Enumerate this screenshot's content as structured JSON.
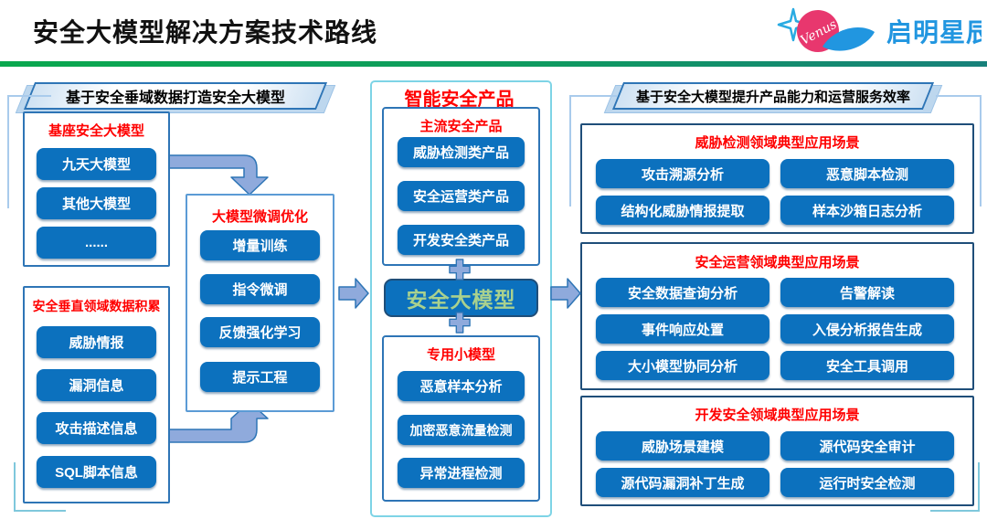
{
  "header": {
    "title": "安全大模型解决方案技术路线",
    "logo_script": "Venus",
    "logo_company": "启明星辰"
  },
  "left_panel": {
    "banner": "基于安全垂域数据打造安全大模型",
    "base_models": {
      "title": "基座安全大模型",
      "items": [
        "九天大模型",
        "其他大模型",
        "......"
      ]
    },
    "data_accumulation": {
      "title": "安全垂直领域数据积累",
      "items": [
        "威胁情报",
        "漏洞信息",
        "攻击描述信息",
        "SQL脚本信息"
      ]
    },
    "finetune": {
      "title": "大模型微调优化",
      "items": [
        "增量训练",
        "指令微调",
        "反馈强化学习",
        "提示工程"
      ]
    }
  },
  "middle_panel": {
    "title": "智能安全产品",
    "mainstream": {
      "title": "主流安全产品",
      "items": [
        "威胁检测类产品",
        "安全运营类产品",
        "开发安全类产品"
      ]
    },
    "core_model": "安全大模型",
    "small_models": {
      "title": "专用小模型",
      "items": [
        "恶意样本分析",
        "加密恶意流量检测",
        "异常进程检测"
      ]
    }
  },
  "right_panel": {
    "banner": "基于安全大模型提升产品能力和运营服务效率",
    "sections": [
      {
        "title": "威胁检测领域典型应用场景",
        "items": [
          "攻击溯源分析",
          "恶意脚本检测",
          "结构化威胁情报提取",
          "样本沙箱日志分析"
        ]
      },
      {
        "title": "安全运营领域典型应用场景",
        "items": [
          "安全数据查询分析",
          "告警解读",
          "事件响应处置",
          "入侵分析报告生成",
          "大小模型协同分析",
          "安全工具调用"
        ]
      },
      {
        "title": "开发安全领域典型应用场景",
        "items": [
          "威胁场景建模",
          "源代码安全审计",
          "源代码漏洞补丁生成",
          "运行时安全检测"
        ]
      }
    ]
  },
  "colors": {
    "node_blue": "#0C71BE",
    "accent_red": "#FF0000",
    "model_green": "#A9D18E",
    "steel_border": "#2E75B6",
    "navy_border": "#1F4E79",
    "arrow_fill": "#8FAADC",
    "cyan_border": "#7ED4E6",
    "logo_blue": "#2196E0",
    "logo_pink": "#E8376E",
    "divider_green": "#0AA84E"
  }
}
